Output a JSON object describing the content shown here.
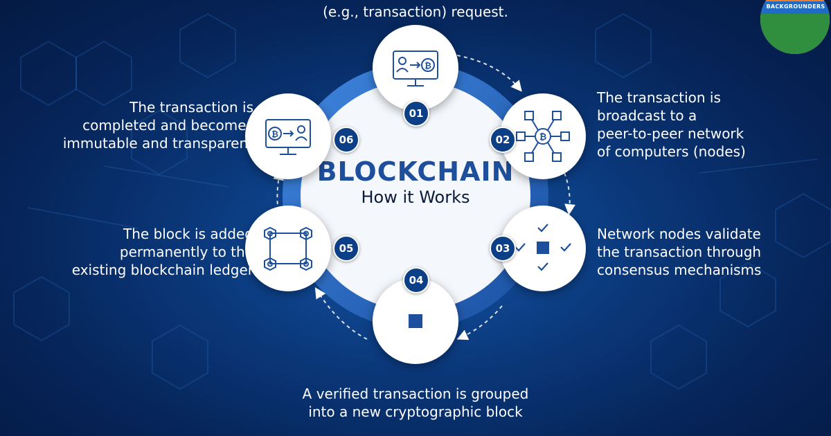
{
  "diagram": {
    "title": "BLOCKCHAIN",
    "subtitle": "How it Works",
    "top_caption": "(e.g., transaction) request.",
    "steps": [
      {
        "number": "01",
        "icon": "user-to-bitcoin-monitor-icon"
      },
      {
        "number": "02",
        "icon": "bitcoin-network-nodes-icon",
        "lines": [
          "The transaction is",
          "broadcast to a",
          "peer-to-peer network",
          "of computers (nodes)"
        ]
      },
      {
        "number": "03",
        "icon": "validation-checkmarks-icon",
        "lines": [
          "Network nodes validate",
          "the transaction through",
          "consensus mechanisms"
        ]
      },
      {
        "number": "04",
        "icon": "block-square-icon",
        "lines": [
          "A verified transaction is grouped",
          "into a new cryptographic block"
        ]
      },
      {
        "number": "05",
        "icon": "chained-blocks-icon",
        "lines": [
          "The block is added",
          "permanently to the",
          "existing blockchain ledger"
        ]
      },
      {
        "number": "06",
        "icon": "bitcoin-to-user-monitor-icon",
        "lines": [
          "The transaction is",
          "completed and becomes",
          "immutable and transparent"
        ]
      }
    ]
  },
  "logo": {
    "text": "BACKGROUNDERS"
  },
  "colors": {
    "accent": "#1d4f9c",
    "badge": "#0c3f86",
    "background": "#062458"
  }
}
